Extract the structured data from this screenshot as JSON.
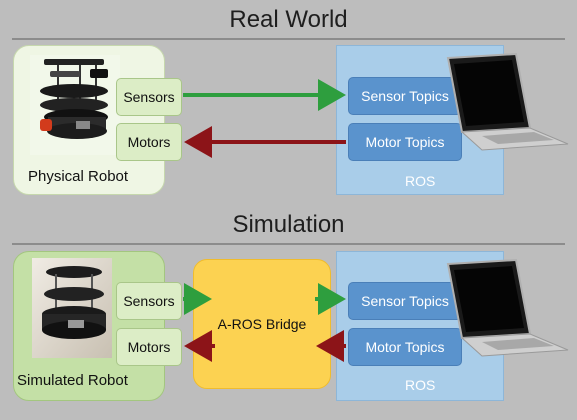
{
  "real_world": {
    "title": "Real World",
    "robot_label": "Physical Robot",
    "sensors_label": "Sensors",
    "motors_label": "Motors",
    "sensor_topics_label": "Sensor Topics",
    "motor_topics_label": "Motor Topics",
    "ros_label": "ROS"
  },
  "simulation": {
    "title": "Simulation",
    "robot_label": "Simulated Robot",
    "sensors_label": "Sensors",
    "motors_label": "Motors",
    "bridge_label": "A-ROS Bridge",
    "sensor_topics_label": "Sensor Topics",
    "motor_topics_label": "Motor Topics",
    "ros_label": "ROS"
  },
  "icons": [
    "robot-icon",
    "laptop-icon",
    "simulated-robot-icon",
    "arrow-right-icon",
    "arrow-left-icon"
  ],
  "colors": {
    "background": "#bdbdbd",
    "robot_panel": "#eff6e4",
    "sim_panel": "#c4e0a6",
    "io_box": "#dcedc6",
    "ros_panel": "#a9cde9",
    "topic_box": "#5a93cd",
    "bridge": "#fcd251",
    "sensor_arrow": "#2e9e3e",
    "motor_arrow": "#8c1418"
  }
}
